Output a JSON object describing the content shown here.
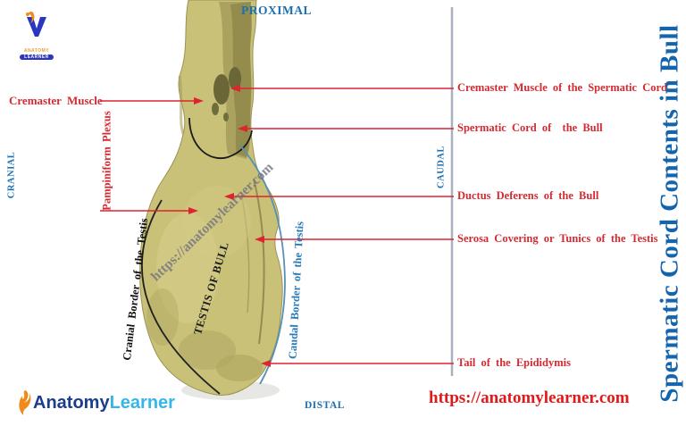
{
  "title": "Spermatic Cord Contents in Bull",
  "orientation": {
    "proximal": "PROXIMAL",
    "distal": "DISTAL",
    "cranial": "CRANIAL",
    "caudal": "CAUDAL"
  },
  "left_labels": {
    "cremaster_muscle": "Cremaster Muscle",
    "pampiniform_plexus": "Pampiniform Plexus",
    "cranial_border": "Cranial Border of the Testis"
  },
  "right_labels": [
    "Cremaster Muscle of the Spermatic Cord",
    "Spermatic Cord of  the Bull",
    "Ductus Deferens of the Bull",
    "Serosa Covering or Tunics of the Testis",
    "Tail of the Epididymis"
  ],
  "specimen": {
    "testis_label": "TESTIS OF BULL",
    "caudal_border": "Caudal Border of the Testis"
  },
  "watermark": "https://anatomylearner.com",
  "branding": {
    "logo_top_word1": "ANATOMY",
    "logo_top_word2": "LEARNER",
    "logo_bottom_word1": "Anatomy",
    "logo_bottom_word2": "Learner",
    "site_url": "https://anatomylearner.com"
  },
  "colors": {
    "label_red": "#d42a32",
    "heading_blue": "#1b6fb0",
    "title_blue": "#1565ad",
    "specimen_fill": "#c9c178",
    "caudal_arc_blue": "#5592b4",
    "divider_gray": "#a9b0bf",
    "brand_navy": "#1c3c8c",
    "brand_cyan": "#35b6e9",
    "brand_orange": "#f08a1d"
  }
}
